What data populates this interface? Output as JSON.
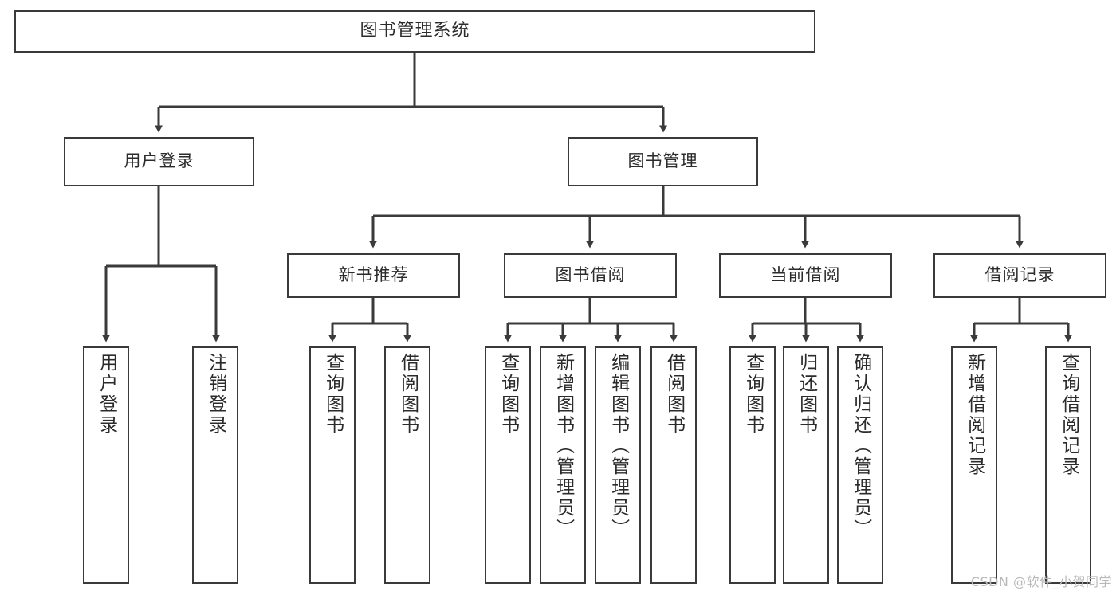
{
  "diagram": {
    "title": "图书管理系统",
    "watermark": "CSDN @软件_小贺同学",
    "line_color": "#3a3a3a",
    "text_color": "#2b2b2b",
    "background": "#ffffff",
    "root": {
      "label": "图书管理系统"
    },
    "level2": [
      {
        "label": "用户登录"
      },
      {
        "label": "图书管理"
      }
    ],
    "level3": [
      {
        "label": "新书推荐"
      },
      {
        "label": "图书借阅"
      },
      {
        "label": "当前借阅"
      },
      {
        "label": "借阅记录"
      }
    ],
    "leaves": [
      {
        "label": "用户登录",
        "parent": "用户登录"
      },
      {
        "label": "注销登录",
        "parent": "用户登录"
      },
      {
        "label": "查询图书",
        "parent": "新书推荐"
      },
      {
        "label": "借阅图书",
        "parent": "新书推荐"
      },
      {
        "label": "查询图书",
        "parent": "图书借阅"
      },
      {
        "label": "新增图书（管理员）",
        "parent": "图书借阅"
      },
      {
        "label": "编辑图书（管理员）",
        "parent": "图书借阅"
      },
      {
        "label": "借阅图书",
        "parent": "图书借阅"
      },
      {
        "label": "查询图书",
        "parent": "当前借阅"
      },
      {
        "label": "归还图书",
        "parent": "当前借阅"
      },
      {
        "label": "确认归还（管理员）",
        "parent": "当前借阅"
      },
      {
        "label": "新增借阅记录",
        "parent": "借阅记录"
      },
      {
        "label": "查询借阅记录",
        "parent": "借阅记录"
      }
    ]
  }
}
